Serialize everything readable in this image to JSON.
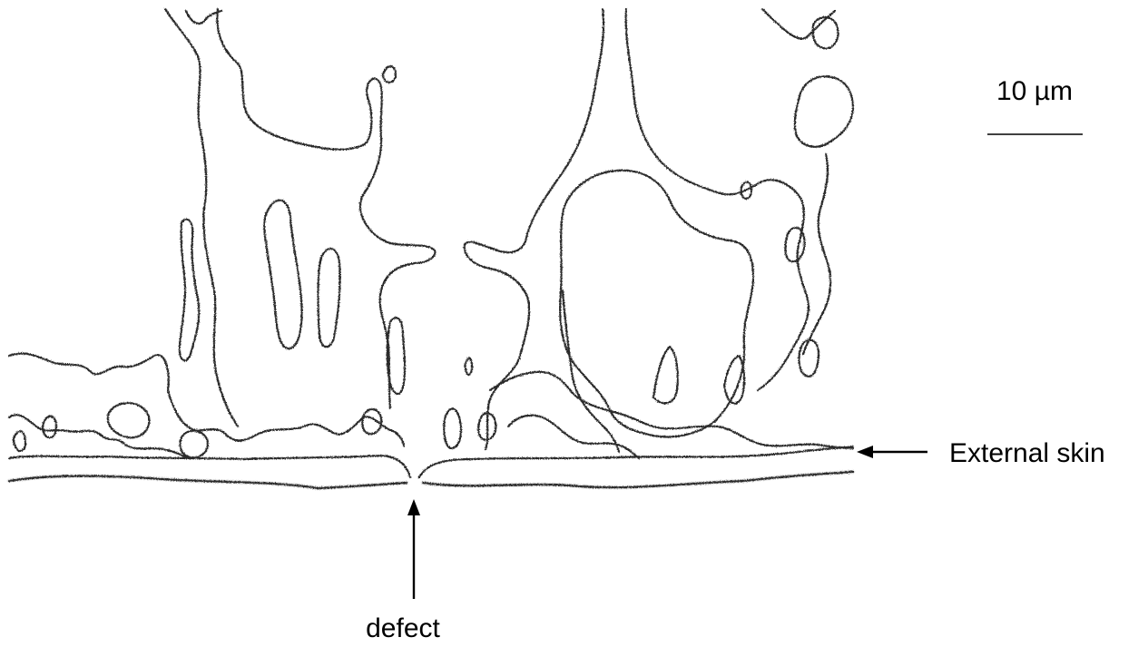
{
  "figure": {
    "scale_bar_label": "10 µm",
    "skin_label": "External skin",
    "defect_label": "defect",
    "line_color": "#2b2b2b",
    "background_color": "#ffffff"
  }
}
